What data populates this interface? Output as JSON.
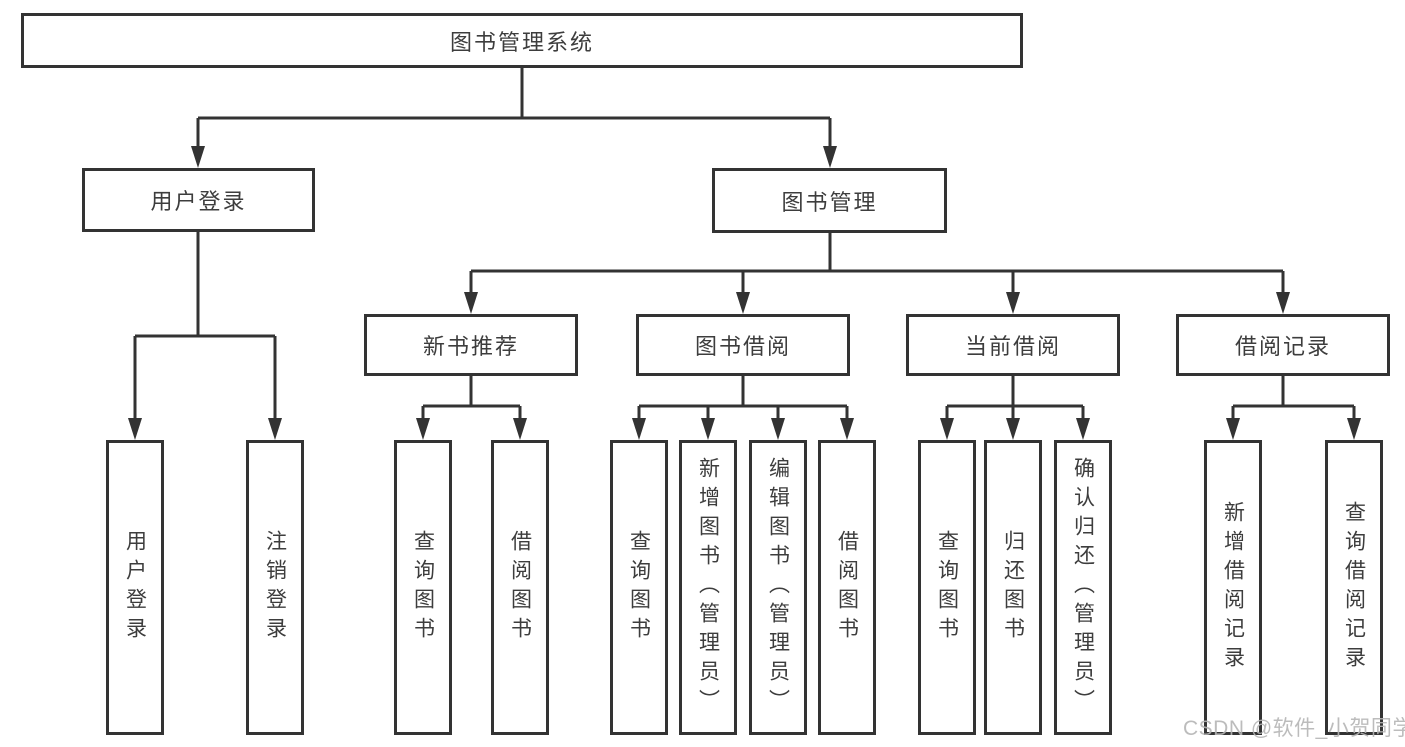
{
  "diagram_title": "图书管理系统",
  "tree": {
    "label": "图书管理系统",
    "children": [
      {
        "label": "用户登录",
        "children": [
          {
            "label": "用户登录"
          },
          {
            "label": "注销登录"
          }
        ]
      },
      {
        "label": "图书管理",
        "children": [
          {
            "label": "新书推荐",
            "children": [
              {
                "label": "查询图书"
              },
              {
                "label": "借阅图书"
              }
            ]
          },
          {
            "label": "图书借阅",
            "children": [
              {
                "label": "查询图书"
              },
              {
                "label": "新增图书（管理员）"
              },
              {
                "label": "编辑图书（管理员）"
              },
              {
                "label": "借阅图书"
              }
            ]
          },
          {
            "label": "当前借阅",
            "children": [
              {
                "label": "查询图书"
              },
              {
                "label": "归还图书"
              },
              {
                "label": "确认归还（管理员）"
              }
            ]
          },
          {
            "label": "借阅记录",
            "children": [
              {
                "label": "新增借阅记录"
              },
              {
                "label": "查询借阅记录"
              }
            ]
          }
        ]
      }
    ]
  },
  "watermark": {
    "text": "CSDN @软件_小贺同学"
  },
  "colors": {
    "line": "#333333",
    "text": "#3d3d3d",
    "box_background": "#ffffff",
    "page_background": "#ffffff",
    "watermark": "#b5b5b5"
  }
}
